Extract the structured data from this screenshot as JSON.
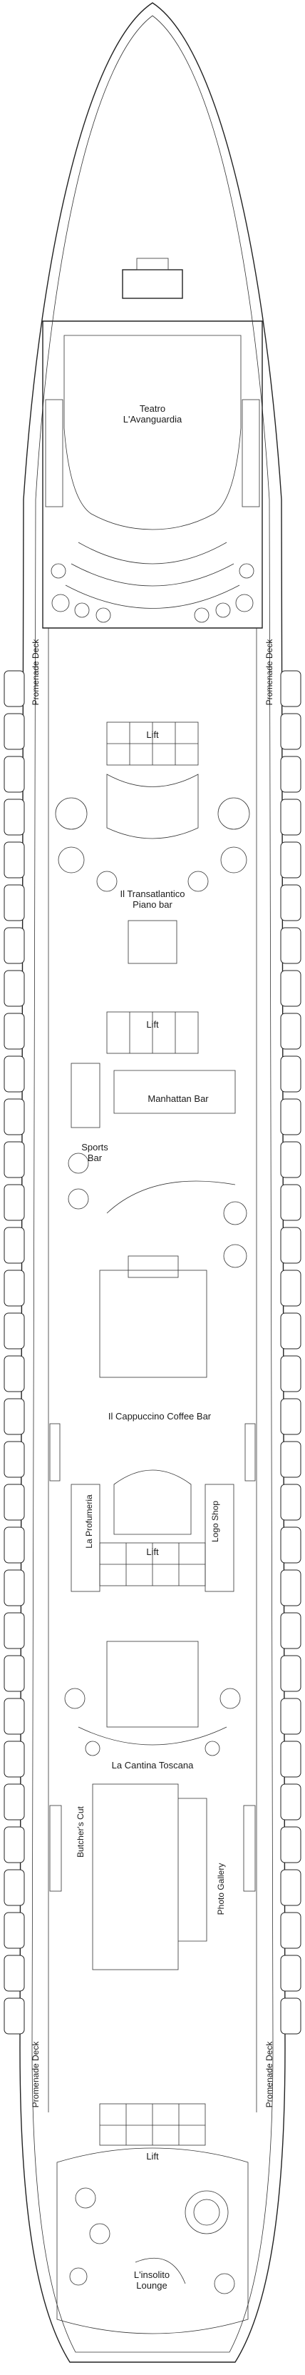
{
  "deck_plan": {
    "colors": {
      "lines": "#222222",
      "background": "#ffffff"
    },
    "labels": {
      "teatro": "Teatro\nL'Avanguardia",
      "lift1": "Lift",
      "transatlantico": "Il Transatlantico\nPiano bar",
      "lift2": "Lift",
      "manhattan": "Manhattan Bar",
      "sports": "Sports\nBar",
      "cappuccino": "Il Cappuccino Coffee Bar",
      "profumeria": "La Profumeria",
      "logo_shop": "Logo Shop",
      "lift3": "Lift",
      "cantina": "La Cantina Toscana",
      "butchers": "Butcher's Cut",
      "photo_gallery": "Photo Gallery",
      "lift4": "Lift",
      "insolito": "L'insolito\nLounge",
      "promenade": "Promenade Deck"
    }
  }
}
